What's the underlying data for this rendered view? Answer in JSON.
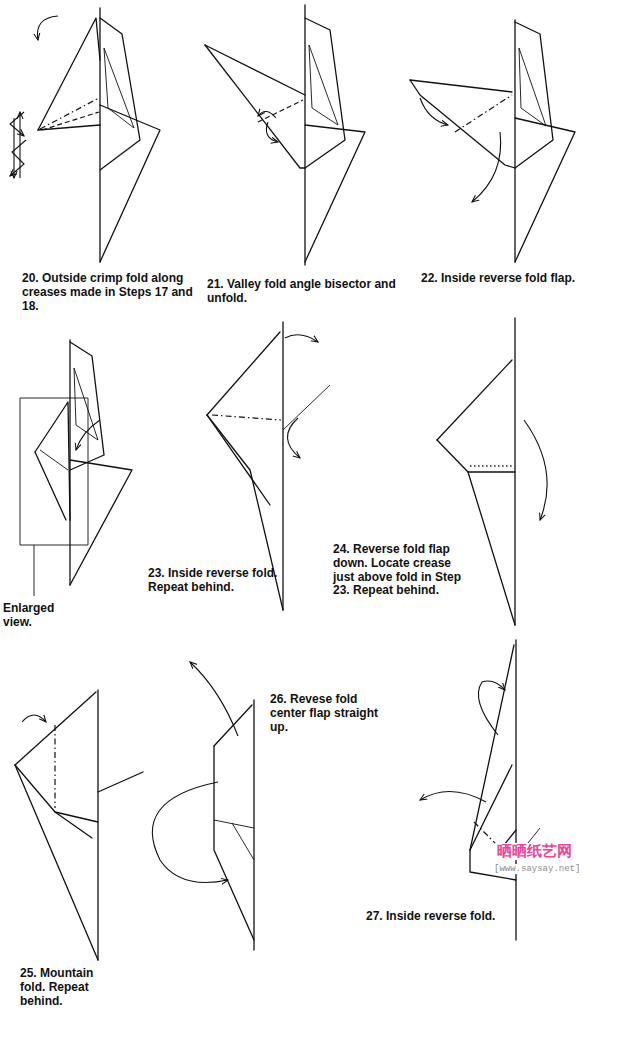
{
  "diagram": {
    "labels": [
      "20. Outside crimp fold along creases made in Steps 17 and 18.",
      "21. Valley fold angle bisector and unfold.",
      "22. Inside reverse fold flap.",
      "Enlarged view.",
      "23. Inside reverse fold. Repeat behind.",
      "24. Reverse fold flap down. Locate crease just above fold in Step 23. Repeat behind.",
      "25. Mountain fold. Repeat behind.",
      "26. Revese fold center flap straight up.",
      "27. Inside reverse fold.",
      "晒晒纸艺网",
      "[www.saysay.net]"
    ]
  }
}
